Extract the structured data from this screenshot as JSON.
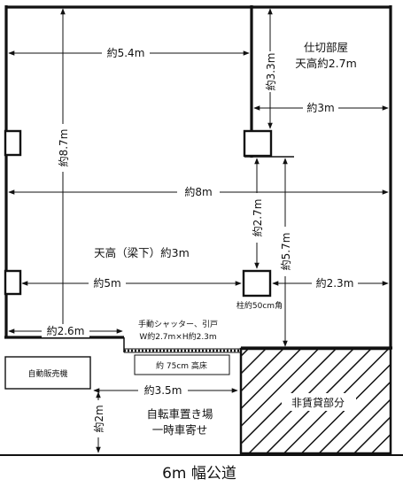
{
  "floor_plan": {
    "partition_room": {
      "title": "仕切部屋",
      "ceiling": "天高約2.7m"
    },
    "main_area": {
      "ceiling": "天高（梁下）約3m"
    },
    "column": {
      "label": "柱約50cm角"
    },
    "shutter": {
      "line1": "手動シャッター、引戸",
      "line2": "W約2.7m×H約2.3m"
    },
    "raised_floor": {
      "label": "約 75cm 高床"
    },
    "vending_machine": {
      "label": "自動販売機"
    },
    "bicycle_area": {
      "line1": "自転車置き場",
      "line2": "一時車寄せ"
    },
    "not_for_rent": {
      "label": "非賃貸部分"
    },
    "road": {
      "label": "6m 幅公道"
    },
    "dimensions": {
      "top_width": "約5.4m",
      "total_depth": "約8.7m",
      "partition_depth": "約3.3m",
      "partition_width": "約3m",
      "total_width": "約8m",
      "column_gap": "約2.7m",
      "right_depth": "約5.7m",
      "left_to_column": "約5m",
      "column_to_right": "約2.3m",
      "entrance_width": "約2.6m",
      "bike_width": "約3.5m",
      "bike_depth": "約2m"
    }
  }
}
